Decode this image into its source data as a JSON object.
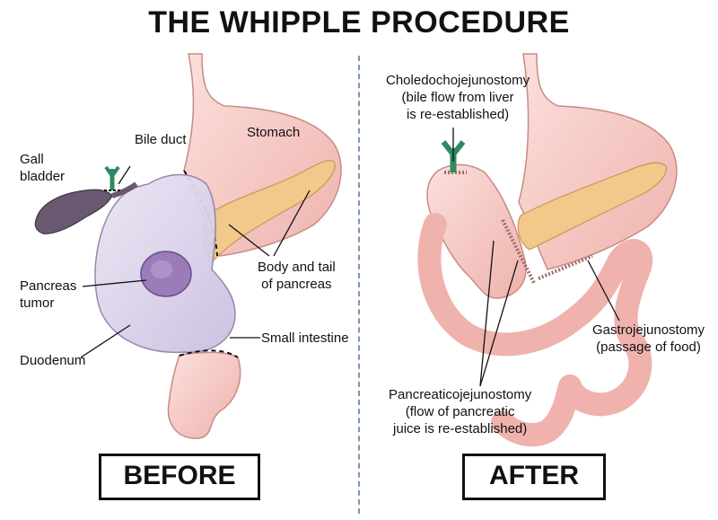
{
  "title": "THE WHIPPLE PROCEDURE",
  "before": {
    "box_label": "BEFORE",
    "labels": {
      "gall_bladder": "Gall\nbladder",
      "bile_duct": "Bile duct",
      "stomach": "Stomach",
      "pancreas_tumor": "Pancreas\ntumor",
      "body_tail": "Body and tail\nof pancreas",
      "duodenum": "Duodenum",
      "small_intestine": "Small intestine"
    }
  },
  "after": {
    "box_label": "AFTER",
    "labels": {
      "choledocho": "Choledochojejunostomy\n(bile flow from liver\nis re-established)",
      "gastro": "Gastrojejunostomy\n(passage of food)",
      "pancreatico": "Pancreaticojejunostomy\n(flow of pancreatic\njuice is re-established)"
    }
  },
  "colors": {
    "organ_fill": "#f6c9c4",
    "organ_stroke": "#c98a86",
    "pancreas": "#f2c98a",
    "duodenum_purple": "#d9cfe8",
    "tumor": "#9b7bb8",
    "gallbladder": "#6a5870",
    "bile_duct_green": "#2e8a5e",
    "divider": "#7a96b0"
  }
}
